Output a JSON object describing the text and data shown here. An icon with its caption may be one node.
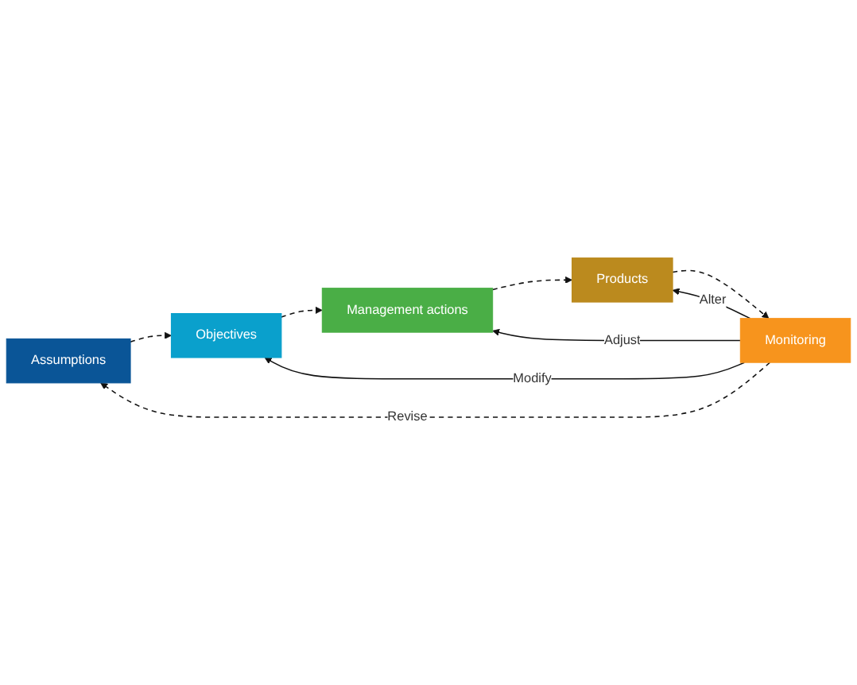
{
  "diagram": {
    "nodes": [
      {
        "text": [
          "Assumptions"
        ]
      },
      {
        "text": [
          "Objectives"
        ]
      },
      {
        "text": [
          "Management actions"
        ]
      },
      {
        "text": [
          "Products"
        ]
      },
      {
        "text": [
          "Monitoring"
        ]
      }
    ],
    "edges": [
      {
        "from": 0,
        "to": 1,
        "arrow": "to",
        "style": "dashed"
      },
      {
        "from": 1,
        "to": 2,
        "arrow": "to",
        "style": "dashed"
      },
      {
        "from": 2,
        "to": 3,
        "arrow": "to",
        "style": "dashed"
      },
      {
        "from": 3,
        "to": 4,
        "arrow": "to",
        "style": "dashed"
      },
      {
        "from": 4,
        "to": 0,
        "arrow": "to",
        "style": "dashed",
        "label": "Revise"
      },
      {
        "from": 4,
        "to": 1,
        "arrow": "to",
        "label": "Modify"
      },
      {
        "from": 4,
        "to": 2,
        "arrow": "to",
        "label": "Adjust"
      },
      {
        "from": 4,
        "to": 3,
        "arrow": "to",
        "label": "Alter"
      }
    ]
  }
}
